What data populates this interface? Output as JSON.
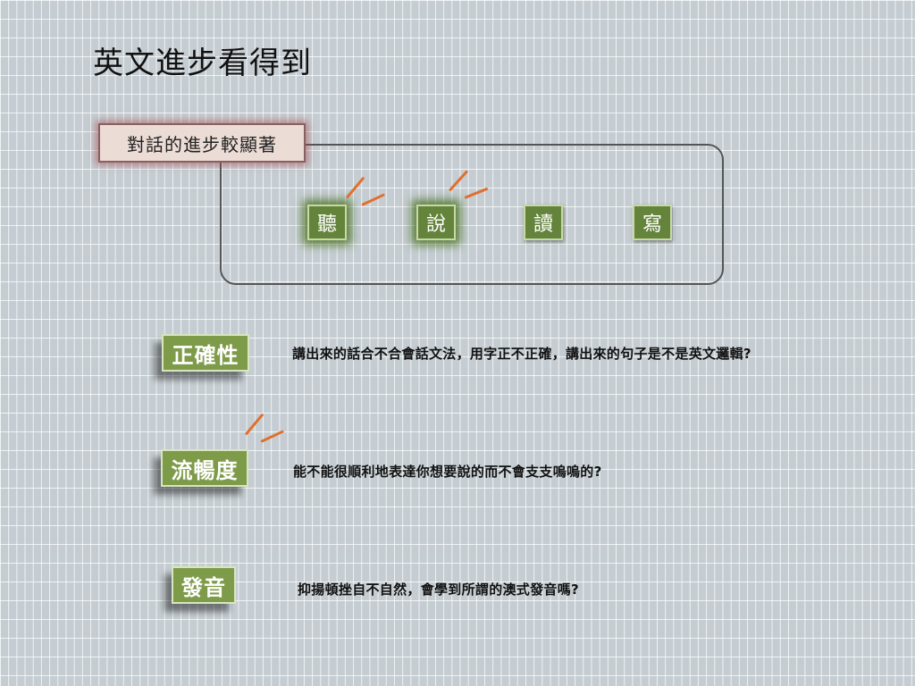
{
  "title": "英文進步看得到",
  "callout": "對話的進步較顯著",
  "skills": [
    "聽",
    "說",
    "讀",
    "寫"
  ],
  "criteria": [
    {
      "label": "正確性",
      "description": "講出來的話合不合會話文法，用字正不正確，講出來的句子是不是英文邏輯?"
    },
    {
      "label": "流暢度",
      "description": "能不能很順利地表達你想要說的而不會支支嗚嗚的?"
    },
    {
      "label": "發音",
      "description": "抑揚頓挫自不自然，會學到所謂的澳式發音嗎?"
    }
  ],
  "colors": {
    "accent": "#e07030",
    "green": "#64843c",
    "criterion_green": "#7e9b4a",
    "callout_border": "#8a5f5f"
  }
}
